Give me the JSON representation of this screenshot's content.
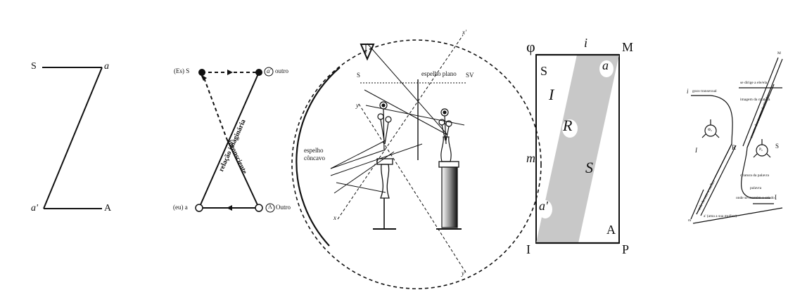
{
  "colors": {
    "ink": "#111111",
    "band": "#c8c8c8",
    "background": "#ffffff"
  },
  "schema_z": {
    "top_left": "S",
    "top_right": "a",
    "bottom_left": "a'",
    "bottom_right": "A"
  },
  "schema_l": {
    "top_left": "(Es) S",
    "top_right_circle": "a'",
    "top_right_text": "outro",
    "bottom_left": "(eu) a",
    "bottom_right_circle": "A",
    "bottom_right_text": "Outro",
    "diagonal_1": "relação imaginária",
    "diagonal_2": "inconsciente"
  },
  "optical_model": {
    "label_s": "S",
    "label_sv": "SV",
    "label_y": "y",
    "label_x_top": "x'",
    "label_x_bottom": "x",
    "label_y_bottom": "y'",
    "plane_mirror": "espelho plano",
    "concave_mirror_1": "espelho",
    "concave_mirror_2": "côncavo",
    "big_other_symbol": "A"
  },
  "schema_r": {
    "phi": "φ",
    "i": "i",
    "M": "M",
    "S": "S",
    "a": "a",
    "I_field": "I",
    "R_field": "R",
    "m": "m",
    "S_field": "S",
    "a_prime": "a'",
    "A": "A",
    "I_corner": "I",
    "P": "P"
  },
  "schema_i": {
    "i": "i",
    "gozo_transexual": "gozo transexual",
    "se_dirige": "se dirige a ele/ela",
    "imagem_criatura": "imagem da criatura",
    "criatura_palavra": "criatura da palavra",
    "I_field": "I",
    "R": "R",
    "P0": "P₀",
    "Phi0": "Φ₀",
    "S": "S",
    "M": "M",
    "palavra": "palavra",
    "onde_se_mantem": "onde se mantém o criado",
    "I_right": "I",
    "a_prime": "a' (ama a sua mulher)",
    "m": "m",
    "left_diag": "mãe do ama a mulher",
    "right_diag": "assunto dos termos do Criador"
  }
}
